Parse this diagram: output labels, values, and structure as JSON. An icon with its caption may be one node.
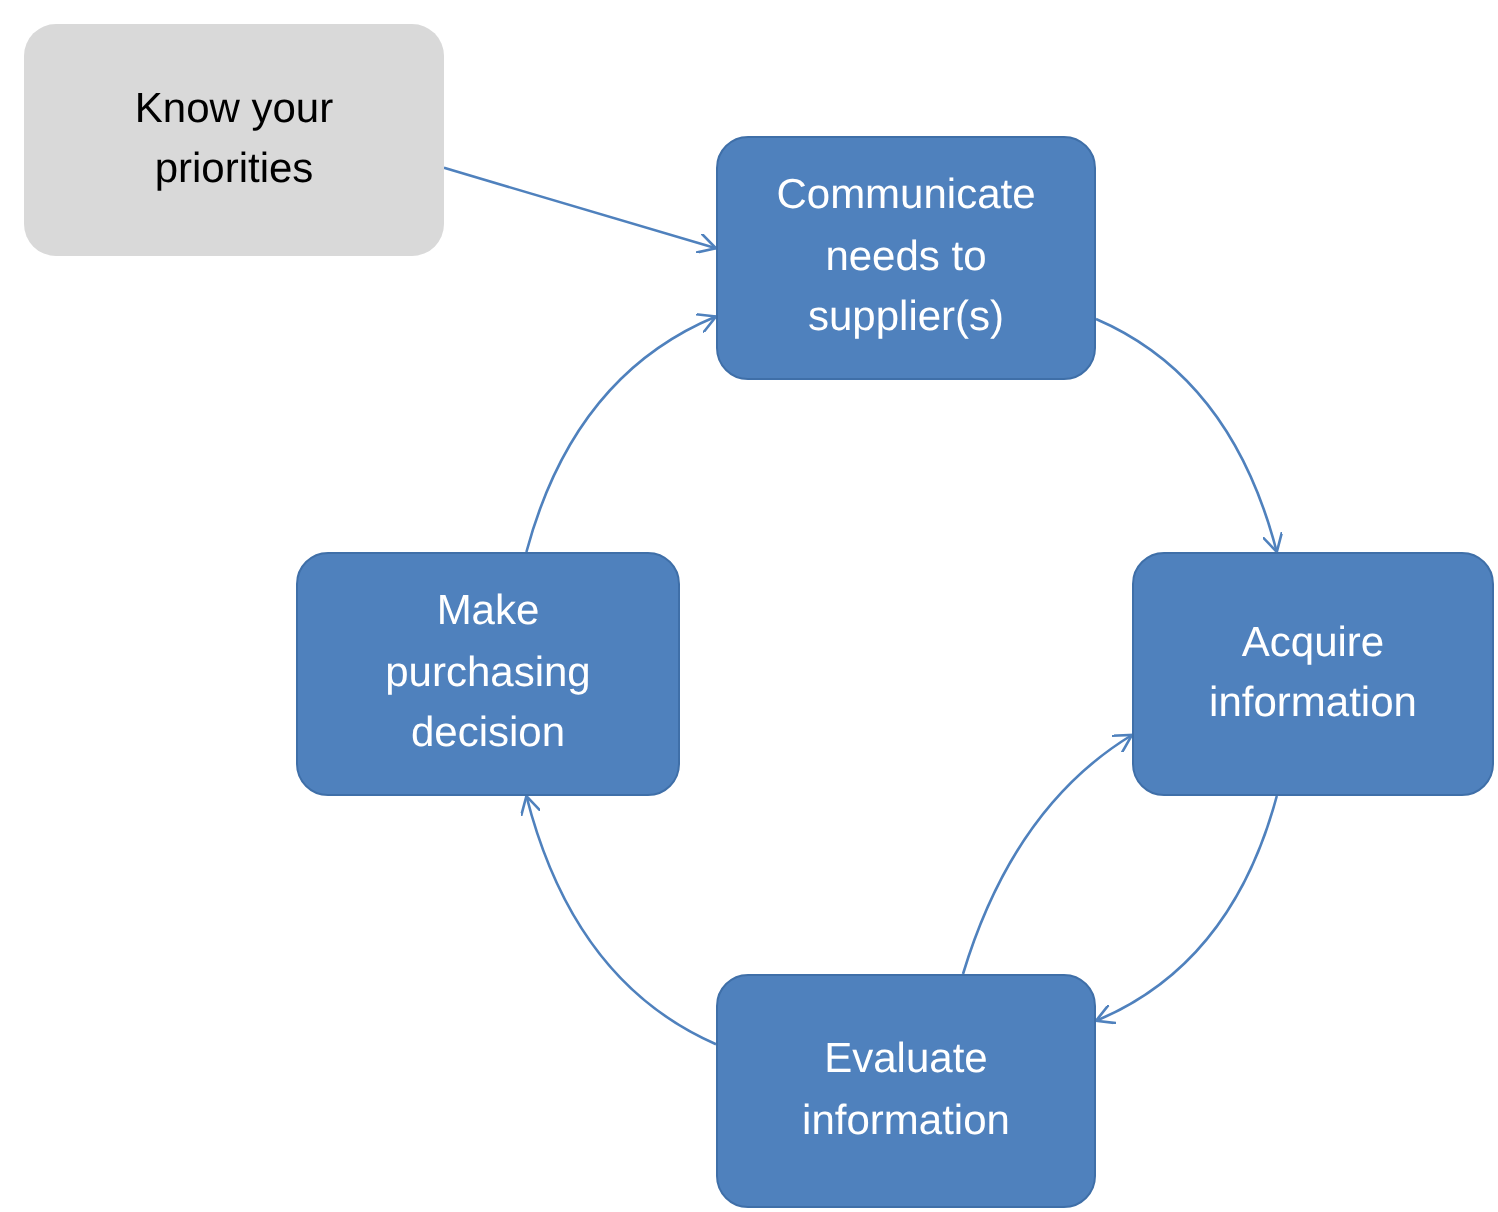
{
  "diagram": {
    "nodes": [
      {
        "text": [
          "Know your priorities"
        ]
      },
      {
        "text": [
          "Communicate needs to supplier(s)"
        ]
      },
      {
        "text": [
          "Acquire information"
        ]
      },
      {
        "text": [
          "Evaluate information"
        ]
      },
      {
        "text": [
          "Make purchasing decision"
        ]
      }
    ],
    "edges": [
      {
        "from": 0,
        "to": 1,
        "arrow": "to"
      },
      {
        "from": 1,
        "to": 2,
        "arrow": "to"
      },
      {
        "from": 2,
        "to": 3,
        "arrow": "to"
      },
      {
        "from": 3,
        "to": 2,
        "arrow": "to"
      },
      {
        "from": 3,
        "to": 4,
        "arrow": "to"
      },
      {
        "from": 4,
        "to": 1,
        "arrow": "to"
      }
    ]
  }
}
